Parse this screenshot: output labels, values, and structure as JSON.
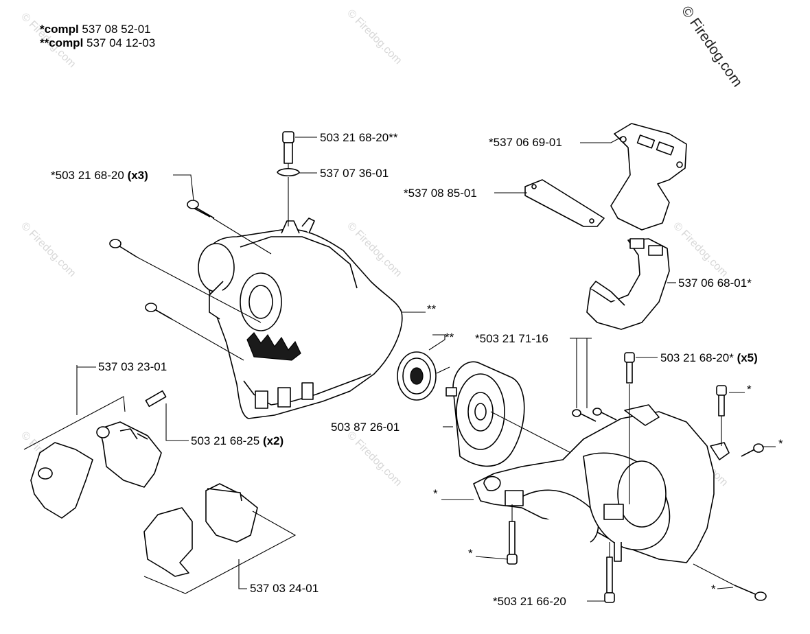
{
  "header": {
    "compl1_prefix": "*compl",
    "compl1_number": " 537 08 52-01",
    "compl2_prefix": "**compl",
    "compl2_number": " 537 04 12-03"
  },
  "watermark": {
    "corner": "© Firedog.com",
    "repeat": "© Firedog.com"
  },
  "labels": {
    "p_503216820_ss": "503 21 68-20**",
    "p_537073601": "537 07 36-01",
    "p_503216820_x3": "*503 21 68-20",
    "x3": "(x3)",
    "p_537066901": "*537 06 69-01",
    "p_537088501": "*537 08 85-01",
    "p_537066801": "537 06 68-01*",
    "dbl_star_housing": "**",
    "dbl_star_bearing": "**",
    "p_503217116": "*503 21 71-16",
    "p_503216820_x5": "503 21 68-20*",
    "x5": "(x5)",
    "p_537032301": "537 03 23-01",
    "p_503216825": "503 21 68-25",
    "x2": "(x2)",
    "p_503872601": "503 87 26-01",
    "star_a": "*",
    "star_b": "*",
    "star_c": "*",
    "star_d": "*",
    "star_e": "*",
    "p_537032401": "537 03 24-01",
    "p_503216620": "*503 21 66-20"
  }
}
